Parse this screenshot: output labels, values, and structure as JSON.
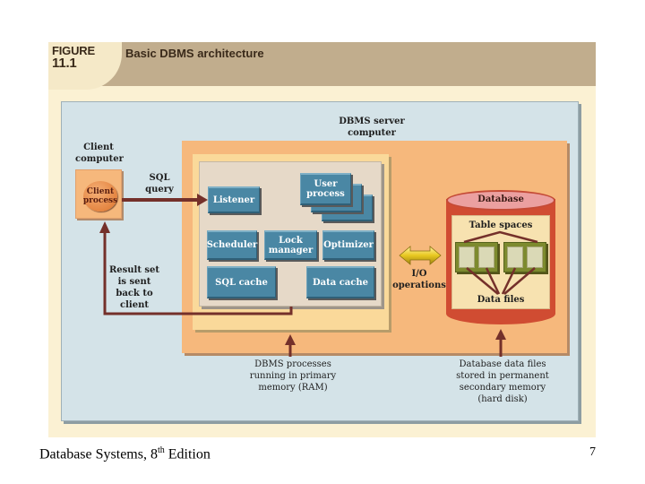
{
  "figure": {
    "label": "FIGURE",
    "number": "11.1",
    "title": "Basic DBMS architecture"
  },
  "diagram": {
    "client": {
      "computer_label": "Client\ncomputer",
      "process_label": "Client\nprocess"
    },
    "sql_query_label": "SQL\nquery",
    "result_set_label": "Result set\nis sent\nback to\nclient",
    "server_label": "DBMS server\ncomputer",
    "processes": {
      "listener": "Listener",
      "user_process": "User\nprocess",
      "scheduler": "Scheduler",
      "lock_manager": "Lock\nmanager",
      "optimizer": "Optimizer",
      "sql_cache": "SQL cache",
      "data_cache": "Data cache"
    },
    "io_label": "I/O\noperations",
    "database": {
      "title": "Database",
      "table_spaces": "Table spaces",
      "data_files": "Data files"
    },
    "bottom_notes": {
      "primary_memory": "DBMS processes\nrunning in primary\nmemory (RAM)",
      "secondary_memory": "Database data files\nstored in permanent\nsecondary memory\n(hard disk)"
    },
    "colors": {
      "arrow": "#74302a",
      "process_block": "#4a87a4",
      "server_box": "#f6b87c",
      "memory_box": "#fad99a",
      "panel": "#d4e3e8",
      "database": "#d04c32",
      "io_arrow": "#e8c820"
    }
  },
  "footer": {
    "book_title": "Database Systems, 8",
    "edition_sup": "th",
    "edition_suffix": " Edition",
    "page_number": "7"
  }
}
